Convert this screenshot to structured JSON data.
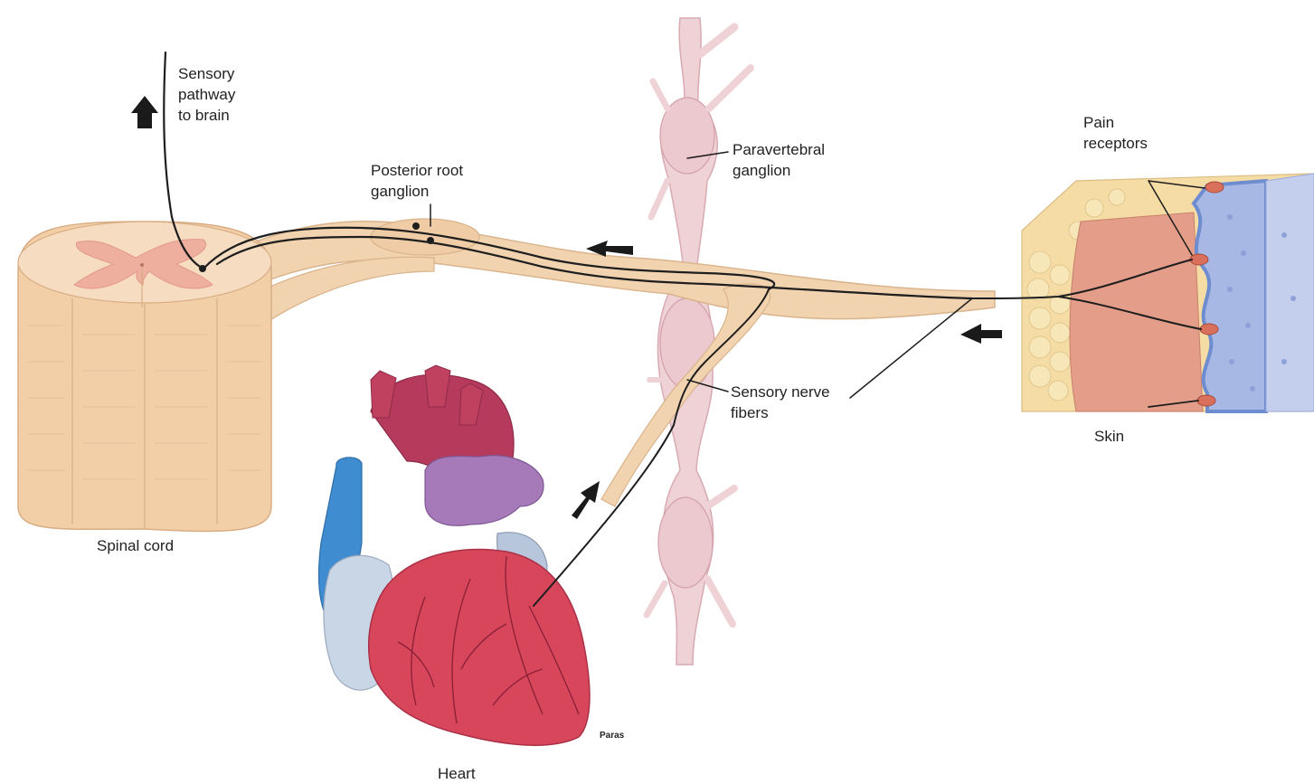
{
  "labels": {
    "sensory_pathway": [
      "Sensory",
      "pathway",
      "to brain"
    ],
    "posterior_root": [
      "Posterior root",
      "ganglion"
    ],
    "paravertebral": [
      "Paravertebral",
      "ganglion"
    ],
    "pain_receptors": [
      "Pain",
      "receptors"
    ],
    "sensory_fibers": [
      "Sensory nerve",
      "fibers"
    ],
    "skin": "Skin",
    "spinal_cord": "Spinal cord",
    "heart": "Heart",
    "watermark": "Paras"
  },
  "colors": {
    "nerve_tan": "#f2d3b0",
    "nerve_fiber": "#1e1e1e",
    "spinal_cord": "#f3cfa8",
    "gray_matter": "#eeaf9f",
    "sympathetic_chain": "#efd2d6",
    "heart_red": "#d8465c",
    "aorta": "#b53a5c",
    "vena_cava": "#3f8cd0",
    "atrium_blue_gray": "#c9d6e6",
    "pulmonary_purple": "#a67ab9",
    "skin_dermis": "#e39d88",
    "skin_epidermis": "#6e8cd0",
    "fat": "#f4dca4",
    "receptor": "#d9705c"
  }
}
